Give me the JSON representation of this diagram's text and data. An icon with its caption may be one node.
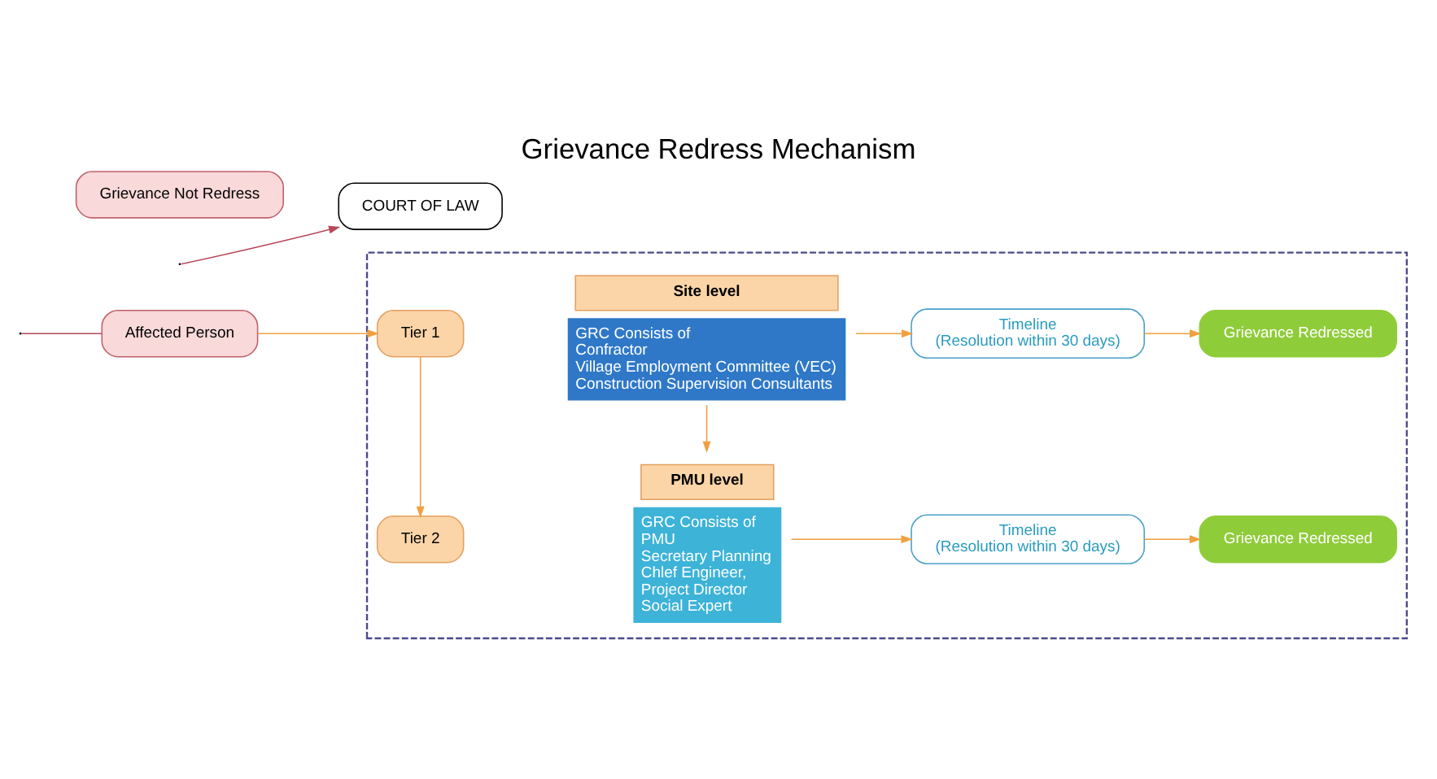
{
  "diagram": {
    "title": "Grievance Redress Mechanism",
    "nodes": [
      {
        "text": [
          "Affected Person"
        ]
      },
      {
        "text": [],
        "shape": "box"
      },
      {
        "text": [
          "Tier 1"
        ],
        "in": 1
      },
      {
        "text": [
          "Site level",
          "GRC Consists of",
          "Confractor",
          "Village Employment Committee (VEC)",
          "Construction Supervision Consultants"
        ],
        "in": 1
      },
      {
        "text": [
          "Timeline",
          "(Resolution within 30 days)"
        ],
        "in": 1
      },
      {
        "text": [
          "Grievance Redressed"
        ],
        "in": 1
      },
      {
        "text": [
          "Tier 2"
        ],
        "in": 1
      },
      {
        "text": [
          "PMU level",
          "GRC Consists of",
          "PMU",
          "Secretary Planning",
          "Chlef Engineer,",
          "Project Director",
          "Social Expert"
        ],
        "in": 1
      },
      {
        "text": [
          "Timeline",
          "(Resolution within 30 days)"
        ],
        "in": 1
      },
      {
        "text": [
          "Grievance Redressed"
        ],
        "in": 1
      },
      {
        "text": [
          "Grievance Not Redress"
        ]
      },
      {
        "text": [
          "COURT OF LAW"
        ]
      }
    ],
    "edges": [
      {
        "from": null,
        "to": 0,
        "arrow": "none",
        "color": "#b5485a"
      },
      {
        "from": 0,
        "to": 2,
        "arrow": "to"
      },
      {
        "from": 2,
        "to": 6,
        "arrow": "to"
      },
      {
        "from": 3,
        "to": 7,
        "arrow": "to"
      },
      {
        "from": 3,
        "to": 4,
        "arrow": "to"
      },
      {
        "from": 4,
        "to": 5,
        "arrow": "to"
      },
      {
        "from": 7,
        "to": 8,
        "arrow": "to"
      },
      {
        "from": 8,
        "to": 9,
        "arrow": "to"
      },
      {
        "from": null,
        "to": 11,
        "arrow": "to",
        "color": "#b5485a"
      }
    ]
  }
}
